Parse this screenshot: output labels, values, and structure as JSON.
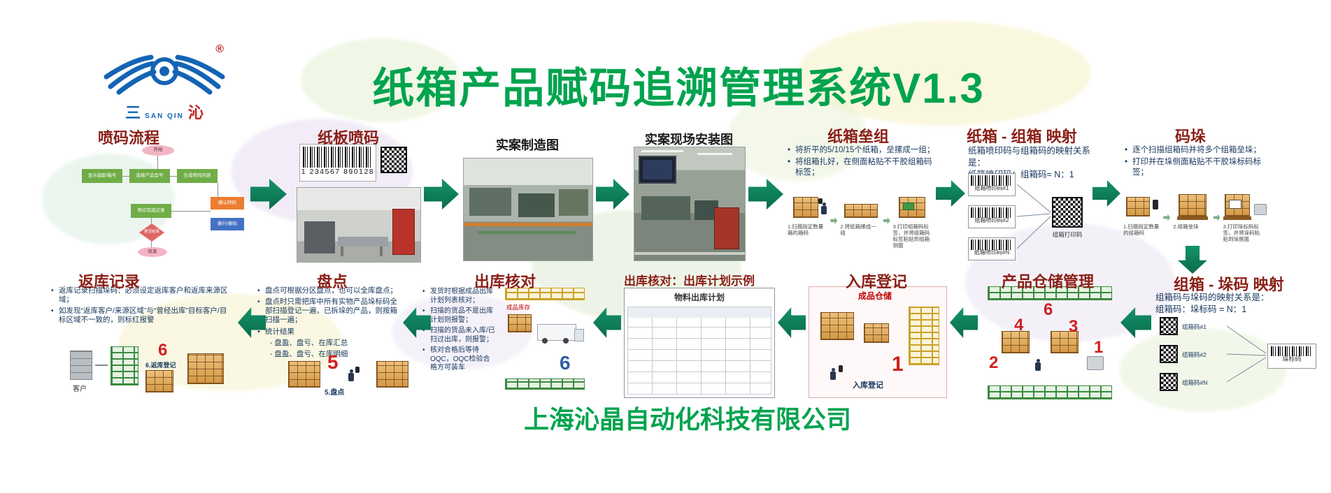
{
  "colors": {
    "accent_green": "#00a34e",
    "arrow_green": "#0d8055",
    "section_title_red": "#8a1f17",
    "bullet_navy": "#17365d",
    "number_red": "#d01f1f",
    "number_blue": "#2e5fa3"
  },
  "page": {
    "title": "纸箱产品赋码追溯管理系统V1.3",
    "company": "上海沁晶自动化科技有限公司"
  },
  "logo": {
    "cn_left": "三",
    "en": "SAN QIN",
    "cn_right": "沁",
    "registered": "®"
  },
  "flow": {
    "penma": {
      "title": "喷码流程",
      "nodes": [
        "开始",
        "显示选配/箱号",
        "选择产品型号",
        "生成喷码内容",
        "确认喷码",
        "换行/换码",
        "喷印完成记录",
        "是否结束",
        "结束"
      ]
    },
    "zhiban": {
      "title": "纸板喷码",
      "barcode_number": "1 234567 890128"
    },
    "photo1": {
      "caption": "实案制造图"
    },
    "photo2": {
      "caption": "实案现场安装图"
    },
    "leizu": {
      "title": "纸箱垒组",
      "bullets": [
        "将折平的5/10/15个纸箱，垒摞成一组；",
        "将组箱扎好，在侧面粘贴不干胶组箱码标签；"
      ],
      "steps": [
        "1.扫描指定数量箱的箱码",
        "2.将纸箱摞成一组",
        "3.打印组箱码标签，并将组箱码标签粘贴到组箱侧面"
      ]
    },
    "map1": {
      "title": "纸箱 - 组箱 映射",
      "line1": "纸箱喷印码与组箱码的映射关系是：",
      "line2": "纸箱喷印码：组箱码= N：1",
      "sources": [
        "纸箱喷印码#1",
        "纸箱喷印码#2",
        "纸箱喷印码#N"
      ],
      "target": "组箱打印码"
    },
    "maduo": {
      "title": "码垛",
      "bullets": [
        "逐个扫描组箱码并将多个组箱垒垛；",
        "打印并在垛侧面粘贴不干胶垛标码标签；"
      ],
      "steps": [
        "1.扫描指定数量的组箱码",
        "2.组箱垒垛",
        "3.打印垛标码标签，并将垛码粘贴到垛侧面"
      ]
    },
    "map2": {
      "title": "组箱 - 垛码 映射",
      "line1": "组箱码与垛码的映射关系是：",
      "line2": "组箱码：垛标码 = N：1",
      "sources": [
        "组箱码#1",
        "组箱码#2",
        "组箱码#N"
      ],
      "target": "垛标码"
    },
    "cangchu": {
      "title": "产品仓储管理",
      "numbers": [
        "6",
        "4",
        "3",
        "2",
        "1"
      ]
    },
    "ruku": {
      "title": "入库登记",
      "warehouse_label": "成品仓储",
      "register_label": "入库登记",
      "number": "1"
    },
    "chuku_plan": {
      "title": "出库核对：出库计划示例",
      "table_title": "物料出库计划"
    },
    "chuku": {
      "title": "出库核对",
      "bullets": [
        "发货时根据成品出库计划列表核对；",
        "扫描的货品不是出库计划则报警；",
        "扫描的货品未入库/已扫过出库，则报警；",
        "核对合格后等待OQC，OQC检验合格方可装车"
      ],
      "stock_label": "成品库存",
      "number": "6"
    },
    "pandian": {
      "title": "盘点",
      "bullets": [
        "盘点可根据分区盘点，也可以全库盘点；",
        "盘点时只需把库中所有实物产品垛标码全部扫描登记一遍，已拆垛的产品，则按箱扫描一遍；",
        "统计结果"
      ],
      "sub_bullets": [
        "- 盘盈、盘亏、在库汇总",
        "- 盘盈、盘亏、在库明细"
      ],
      "number": "5",
      "caption": "5.盘点"
    },
    "fanku": {
      "title": "返库记录",
      "bullets": [
        "返库记录扫描垛码：必须设定返库客户和返库来源区域；",
        "如发现“返库客户/来源区域”与“曾经出库”目标客户/目标区域不一致的，则标红报警"
      ],
      "number": "6",
      "caption": "6.返库登记",
      "customer_label": "客户"
    }
  }
}
